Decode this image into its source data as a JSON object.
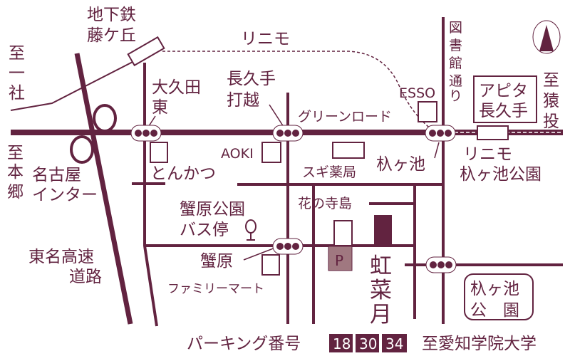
{
  "colors": {
    "primary": "#622340",
    "parking": "#a07880"
  },
  "stations": {
    "subway": [
      "地下鉄",
      "藤ケ丘"
    ],
    "linimo_label": "リニモ",
    "linimo_station": [
      "リニモ",
      "杁ヶ池公園"
    ]
  },
  "directions": {
    "isshasha": [
      "至",
      "一",
      "社"
    ],
    "hongo": [
      "至",
      "本",
      "郷"
    ],
    "sanage": [
      "至",
      "猿",
      "投"
    ]
  },
  "roads": {
    "green_road": "グリーンロード",
    "library_street": [
      "図",
      "書",
      "館",
      "通",
      "り"
    ],
    "tomei": [
      "東名高速",
      "道路"
    ],
    "nagoya_ic": [
      "名古屋",
      "インター"
    ]
  },
  "intersections": {
    "okuda_higashi": [
      "大久田",
      "東"
    ],
    "nagakute_uchikoshi": [
      "長久手",
      "打越"
    ],
    "yagaike": "杁ヶ池",
    "kanihara": "蟹原"
  },
  "landmarks": {
    "esso": "ESSO",
    "aoki": "AOKI",
    "tonkatsu": "とんかつ",
    "sugi": "スギ薬局",
    "apita": [
      "アピタ",
      "長久手"
    ],
    "hananoterajima": "花の寺島",
    "bus_stop": [
      "蟹原公園",
      "バス停"
    ],
    "familymart": "ファミリーマート",
    "park": [
      "杁ヶ池",
      "公　園"
    ],
    "university": "至愛知学院大学"
  },
  "destination": [
    "虹",
    "菜",
    "月"
  ],
  "parking": {
    "mark": "P",
    "label": "パーキング番号",
    "numbers": [
      "18",
      "30",
      "34"
    ]
  },
  "compass": "north-arrow"
}
